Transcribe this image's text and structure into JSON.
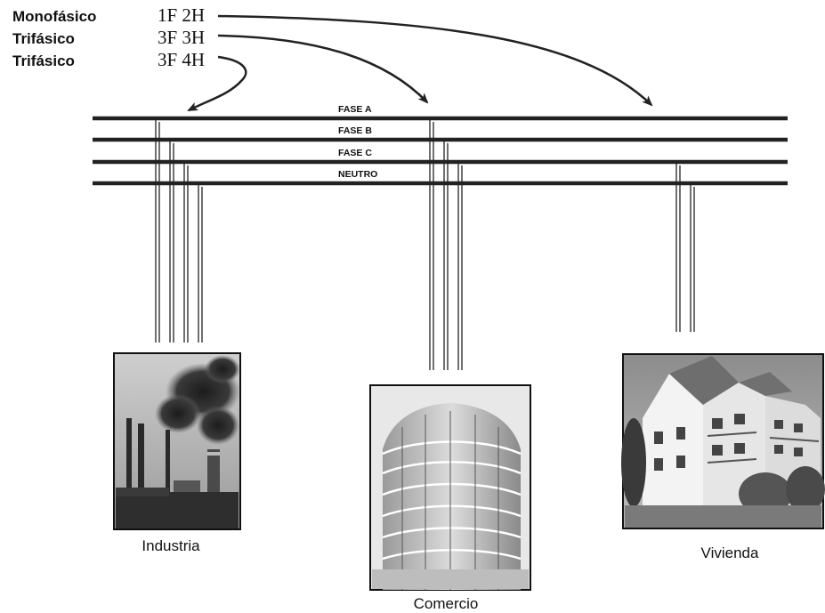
{
  "legend": [
    {
      "type": "Monofásico",
      "code": "1F 2H"
    },
    {
      "type": "Trifásico",
      "code": "3F 3H"
    },
    {
      "type": "Trifásico",
      "code": "3F 4H"
    }
  ],
  "buses": [
    {
      "label": "FASE A"
    },
    {
      "label": "FASE B"
    },
    {
      "label": "FASE C"
    },
    {
      "label": "NEUTRO"
    }
  ],
  "loads": [
    {
      "label": "Industria",
      "image": "factory-chimneys-smoke-photo"
    },
    {
      "label": "Comercio",
      "image": "commercial-glass-building-photo"
    },
    {
      "label": "Vivienda",
      "image": "residential-house-photo"
    }
  ],
  "colors": {
    "line": "#222222",
    "text": "#111111"
  }
}
